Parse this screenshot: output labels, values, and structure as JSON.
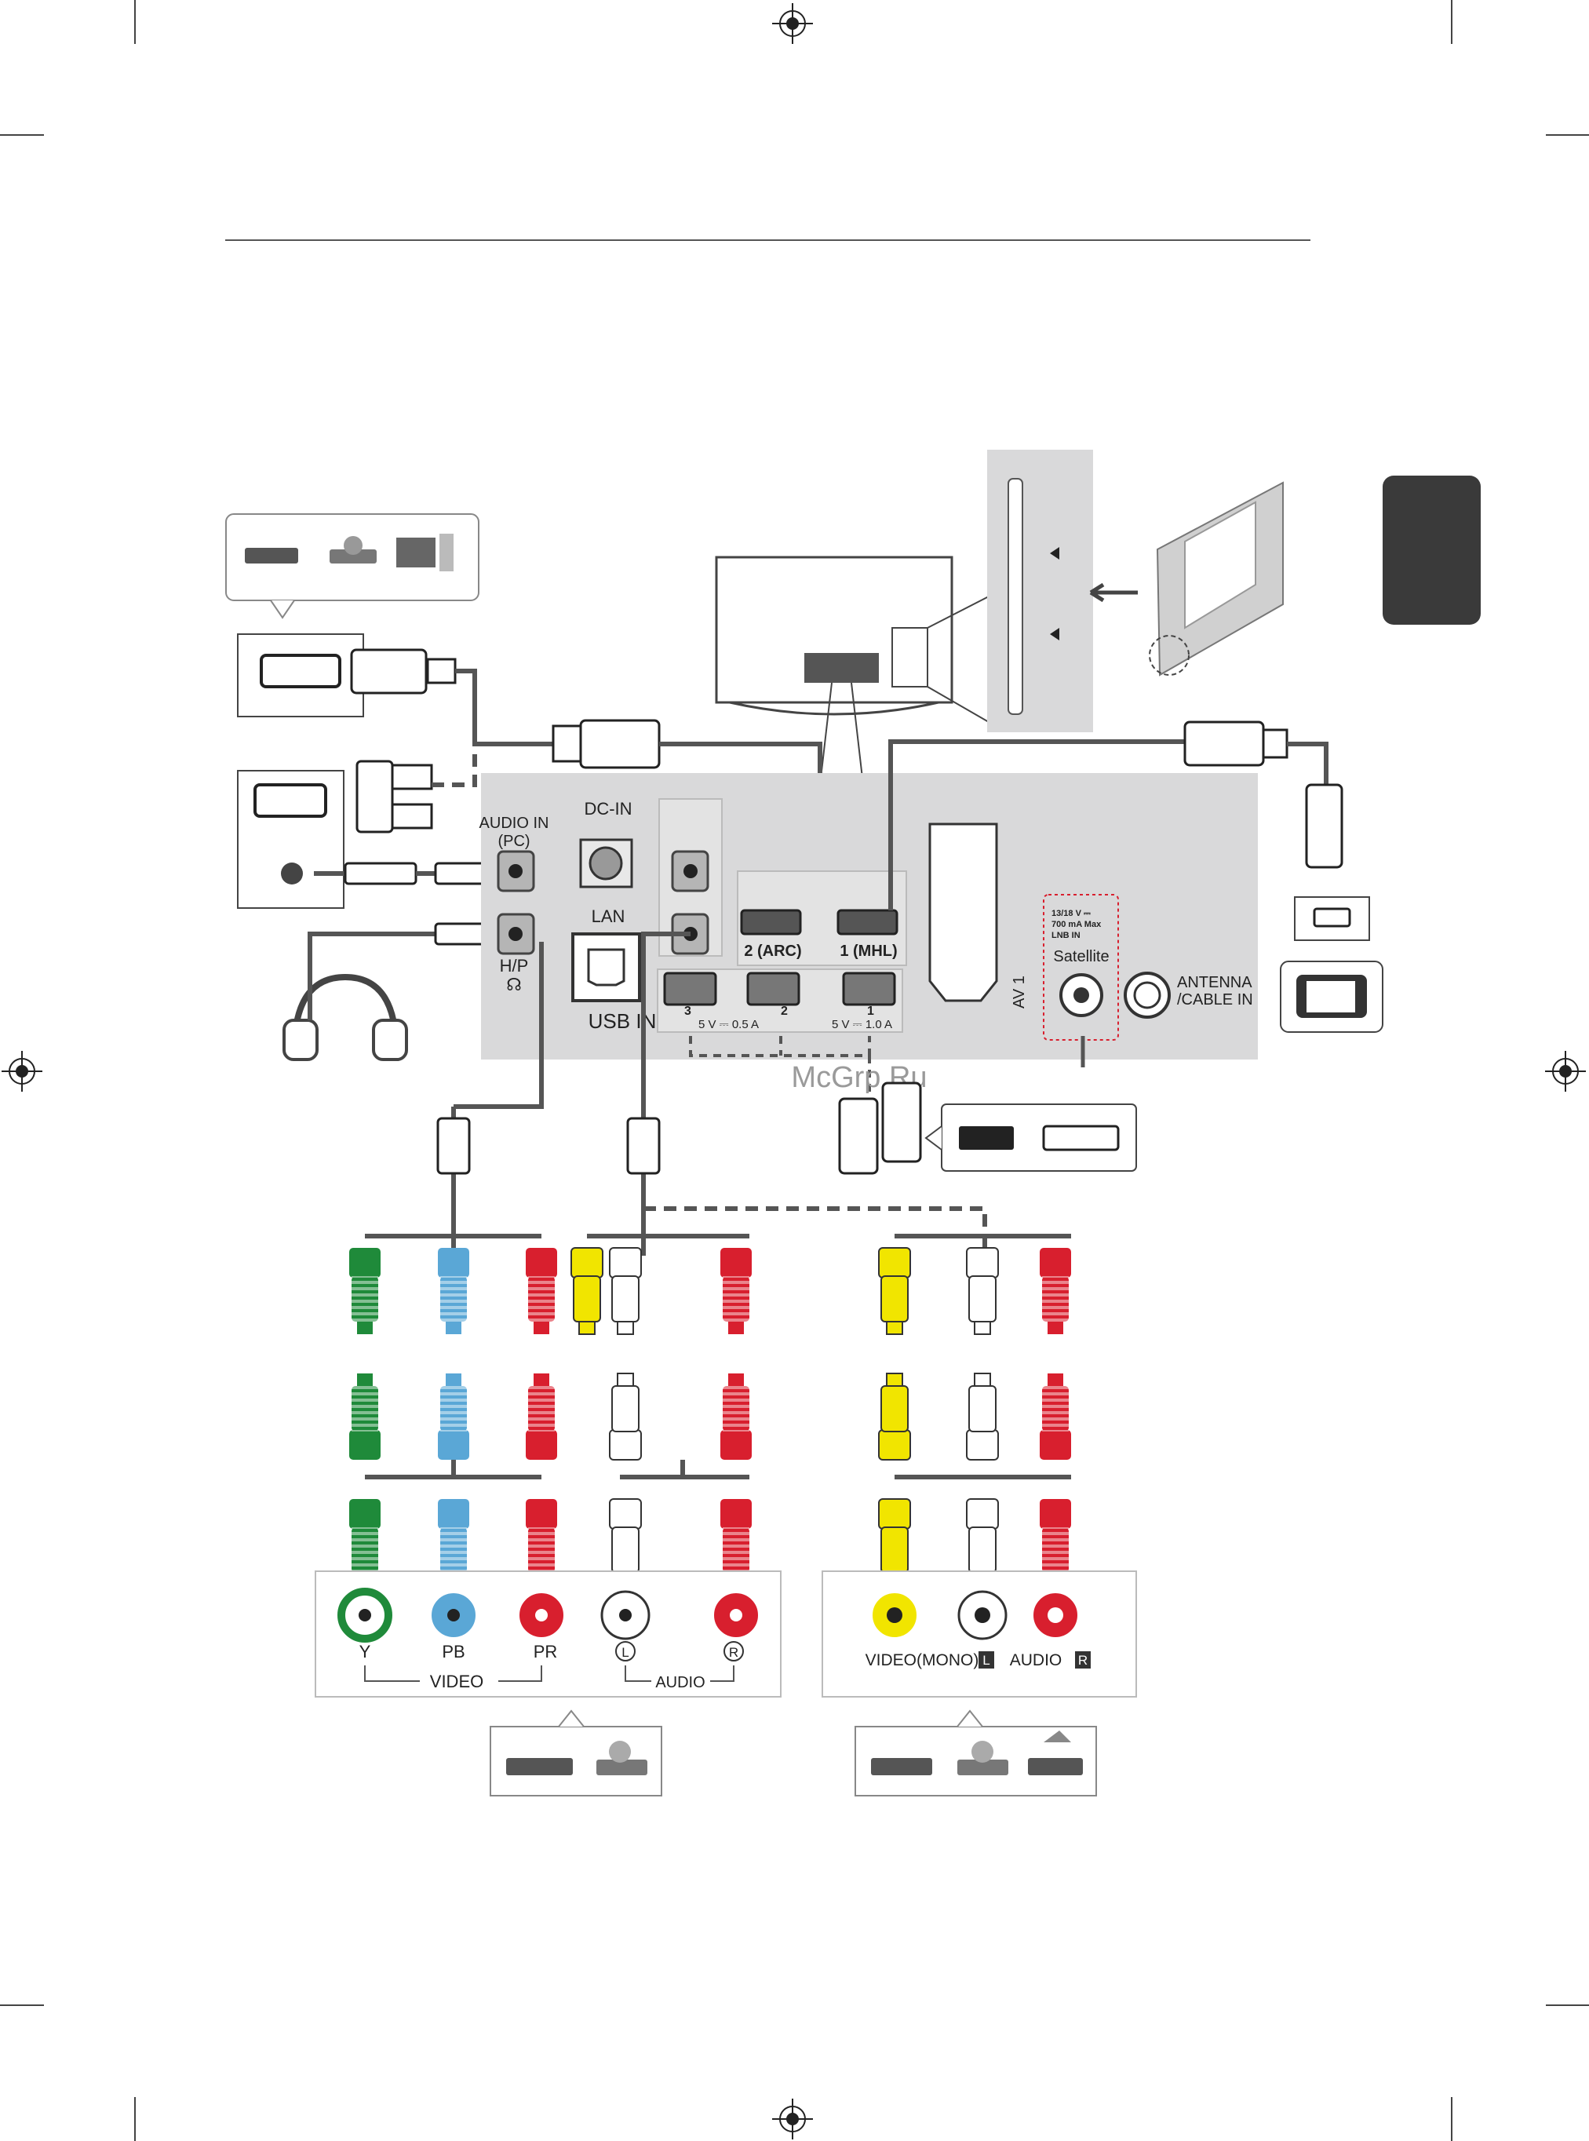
{
  "watermark": "McGrp.Ru",
  "panel": {
    "audio_in": "AUDIO IN",
    "audio_in_sub": "(PC)",
    "dc_in": "DC-IN",
    "lan": "LAN",
    "usb_in": "USB IN",
    "hp": "H/P",
    "hdmi2": "2 (ARC)",
    "hdmi1": "1 (MHL)",
    "av1": "AV 1",
    "usb3": "3",
    "usb2": "2",
    "usb1": "1",
    "usb_rating_a": "5 V ⎓ 0.5 A",
    "usb_rating_b": "5 V ⎓ 1.0 A",
    "sat_spec_1": "13/18 V ⎓",
    "sat_spec_2": "700 mA Max",
    "sat_spec_3": "LNB IN",
    "satellite": "Satellite",
    "antenna_1": "ANTENNA",
    "antenna_2": "/CABLE IN"
  },
  "component": {
    "y": "Y",
    "pb": "PB",
    "pr": "PR",
    "l": "L",
    "r": "R",
    "video": "VIDEO",
    "audio": "AUDIO"
  },
  "composite": {
    "video_mono": "VIDEO(MONO)",
    "l": "L",
    "audio": "AUDIO",
    "r": "R"
  },
  "colors": {
    "green": "#1f8a3a",
    "blue": "#5aa7d6",
    "red": "#d81f2e",
    "yellow": "#f1e500",
    "white": "#ffffff",
    "panel": "#d9d9da",
    "tab": "#3a3a3a"
  }
}
